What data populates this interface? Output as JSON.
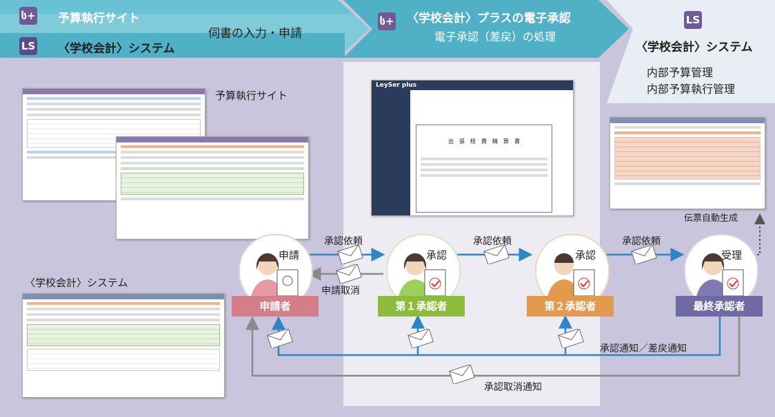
{
  "header": {
    "site_logo": "ს+",
    "site_title": "予算執行サイト",
    "system_logo": "LS",
    "system_title": "〈学校会計〉システム",
    "input_label": "伺書の入力・申請",
    "mid_logo": "ს+",
    "mid_title": "〈学校会計〉プラスの電子承認",
    "mid_subtitle": "電子承認（差戻）の処理",
    "right_logo": "LS",
    "right_title": "〈学校会計〉システム",
    "right_item1": "内部予算管理",
    "right_item2": "内部予算執行管理"
  },
  "labels": {
    "budget_site": "予算執行サイト",
    "school_system": "〈学校会計〉システム",
    "auto_slip": "伝票自動生成",
    "app_brand": "LeySer plus",
    "doc_title": "出　張　経　費　精　算　書"
  },
  "roles": {
    "applicant_icon_label": "申請",
    "applicant": "申請者",
    "approver1_icon_label": "承認",
    "approver1": "第１承認者",
    "approver2_icon_label": "承認",
    "approver2": "第２承認者",
    "final_icon_label": "受理",
    "final": "最終承認者"
  },
  "edges": {
    "request1": "承認依頼",
    "cancel": "申請取消",
    "request2": "承認依頼",
    "request3": "承認依頼",
    "notify": "承認通知／差戻通知",
    "cancel_notify": "承認取消通知"
  },
  "colors": {
    "applicant": "#d47e8a",
    "approver1": "#8dbb3c",
    "approver2": "#e39a4e",
    "final": "#6f6aa3",
    "arrow_blue": "#2e86c8",
    "arrow_gray": "#8a8a8a",
    "banner_light": "#69c2d3",
    "banner_dark": "#3aa6bd"
  }
}
